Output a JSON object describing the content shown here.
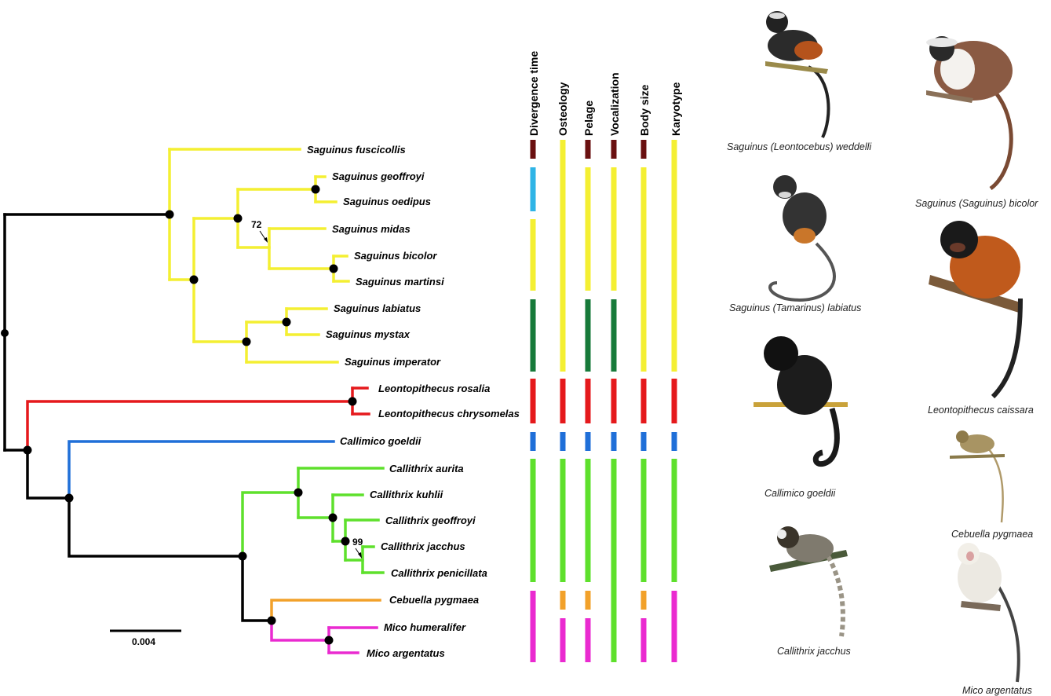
{
  "colors": {
    "black": "#000000",
    "yellow": "#f4ef32",
    "red": "#e5191c",
    "blue": "#1f6fd8",
    "green": "#5ee02c",
    "orange": "#f2a12a",
    "magenta": "#ea2ad0",
    "brown": "#6a1010",
    "cyan": "#2fb4e6",
    "darkgreen": "#177a3a"
  },
  "taxa": [
    "Saguinus fuscicollis",
    "Saguinus geoffroyi",
    "Saguinus oedipus",
    "Saguinus midas",
    "Saguinus bicolor",
    "Saguinus martinsi",
    "Saguinus labiatus",
    "Saguinus mystax",
    "Saguinus imperator",
    "Leontopithecus rosalia",
    "Leontopithecus chrysomelas",
    "Callimico goeldii",
    "Callithrix aurita",
    "Callithrix kuhlii",
    "Callithrix  geoffroyi",
    "Callithrix  jacchus",
    "Callithrix penicillata",
    "Cebuella pygmaea",
    "Mico humeralifer",
    "Mico argentatus"
  ],
  "support_labels": [
    "72",
    "99"
  ],
  "scale_bar": "0.004",
  "columns": [
    "Divergence time",
    "Osteology",
    "Pelage",
    "Vocalization",
    "Body size",
    "Karyotype"
  ],
  "captions": [
    "Saguinus (Leontocebus) weddelli",
    "Saguinus (Saguinus) bicolor",
    "Saguinus (Tamarinus) labiatus",
    "Leontopithecus caissara",
    "Callimico goeldii",
    "Cebuella pygmaea",
    "Callithrix jacchus",
    "Mico argentatus"
  ],
  "bars": [
    [
      [
        "brown",
        0,
        0
      ],
      [
        "cyan",
        1,
        2
      ],
      [
        "yellow",
        3,
        5
      ],
      [
        "darkgreen",
        6,
        8
      ],
      [
        "red",
        9,
        10
      ],
      [
        "blue",
        11,
        11
      ],
      [
        "green",
        12,
        16
      ],
      [
        "magenta",
        17,
        19
      ]
    ],
    [
      [
        "yellow",
        0,
        8
      ],
      [
        "red",
        9,
        10
      ],
      [
        "blue",
        11,
        11
      ],
      [
        "green",
        12,
        16
      ],
      [
        "orange",
        17,
        17
      ],
      [
        "magenta",
        18,
        19
      ]
    ],
    [
      [
        "brown",
        0,
        0
      ],
      [
        "yellow",
        1,
        5
      ],
      [
        "darkgreen",
        6,
        8
      ],
      [
        "red",
        9,
        10
      ],
      [
        "blue",
        11,
        11
      ],
      [
        "green",
        12,
        16
      ],
      [
        "orange",
        17,
        17
      ],
      [
        "magenta",
        18,
        19
      ]
    ],
    [
      [
        "brown",
        0,
        0
      ],
      [
        "yellow",
        1,
        5
      ],
      [
        "darkgreen",
        6,
        8
      ],
      [
        "red",
        9,
        10
      ],
      [
        "blue",
        11,
        11
      ],
      [
        "green",
        12,
        19
      ]
    ],
    [
      [
        "brown",
        0,
        0
      ],
      [
        "yellow",
        1,
        8
      ],
      [
        "red",
        9,
        10
      ],
      [
        "blue",
        11,
        11
      ],
      [
        "green",
        12,
        16
      ],
      [
        "orange",
        17,
        17
      ],
      [
        "magenta",
        18,
        19
      ]
    ],
    [
      [
        "yellow",
        0,
        8
      ],
      [
        "red",
        9,
        10
      ],
      [
        "blue",
        11,
        11
      ],
      [
        "green",
        12,
        16
      ],
      [
        "magenta",
        17,
        19
      ]
    ]
  ]
}
